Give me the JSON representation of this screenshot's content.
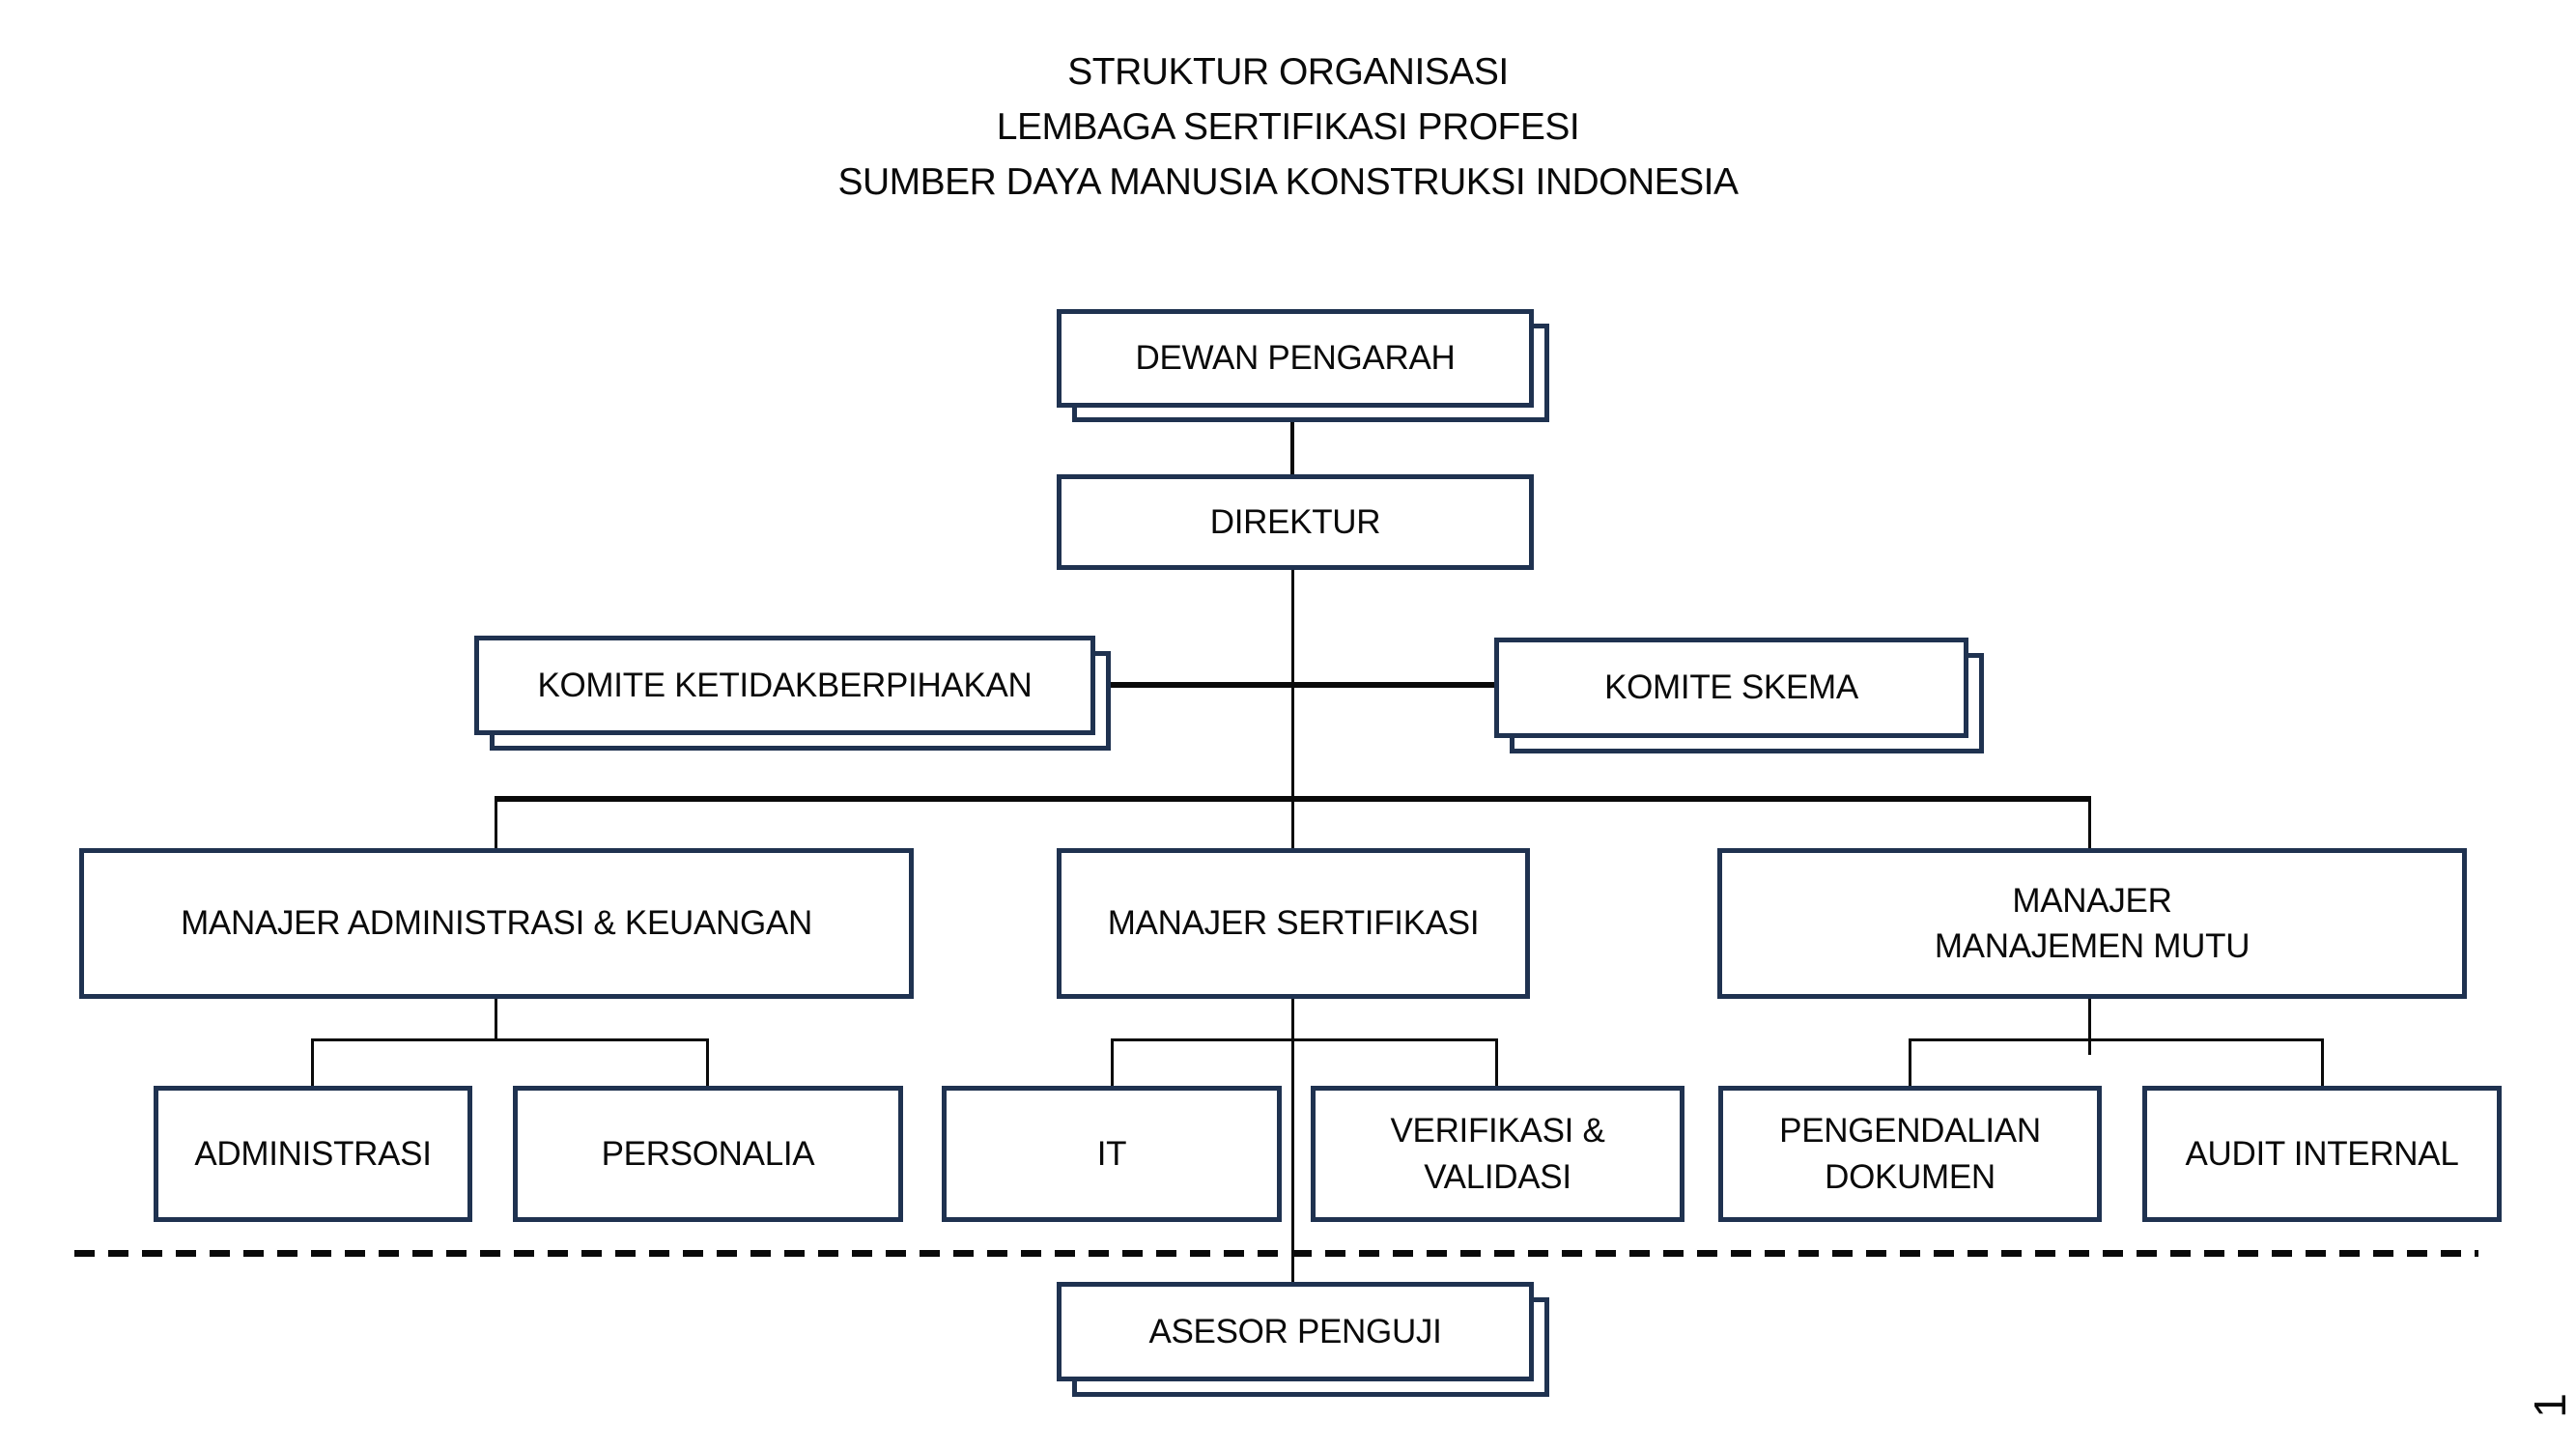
{
  "title": {
    "lines": [
      "STRUKTUR ORGANISASI",
      "LEMBAGA SERTIFIKASI PROFESI",
      "SUMBER DAYA MANUSIA KONSTRUKSI INDONESIA"
    ]
  },
  "org_chart": {
    "type": "org-tree",
    "nodes": {
      "dewan_pengarah": {
        "label": "DEWAN PENGARAH",
        "style": "double-box"
      },
      "direktur": {
        "label": "DIREKTUR",
        "style": "single-box"
      },
      "komite_ketidakberpihakan": {
        "label": "KOMITE KETIDAKBERPIHAKAN",
        "style": "double-box"
      },
      "komite_skema": {
        "label": "KOMITE SKEMA",
        "style": "double-box"
      },
      "manajer_administrasi_keuangan": {
        "label": "MANAJER ADMINISTRASI & KEUANGAN",
        "style": "single-box"
      },
      "manajer_sertifikasi": {
        "label": "MANAJER SERTIFIKASI",
        "style": "single-box"
      },
      "manajer_manajemen_mutu": {
        "label": "MANAJER\nMANAJEMEN MUTU",
        "style": "single-box"
      },
      "administrasi": {
        "label": "ADMINISTRASI",
        "style": "single-box"
      },
      "personalia": {
        "label": "PERSONALIA",
        "style": "single-box"
      },
      "it": {
        "label": "IT",
        "style": "single-box"
      },
      "verifikasi_validasi": {
        "label": "VERIFIKASI &\nVALIDASI",
        "style": "single-box"
      },
      "pengendalian_dokumen": {
        "label": "PENGENDALIAN\nDOKUMEN",
        "style": "single-box"
      },
      "audit_internal": {
        "label": "AUDIT INTERNAL",
        "style": "single-box"
      },
      "asesor_penguji": {
        "label": "ASESOR PENGUJI",
        "style": "double-box"
      }
    },
    "edges": [
      [
        "dewan_pengarah",
        "direktur"
      ],
      [
        "direktur",
        "komite_ketidakberpihakan"
      ],
      [
        "direktur",
        "komite_skema"
      ],
      [
        "direktur",
        "manajer_administrasi_keuangan"
      ],
      [
        "direktur",
        "manajer_sertifikasi"
      ],
      [
        "direktur",
        "manajer_manajemen_mutu"
      ],
      [
        "manajer_administrasi_keuangan",
        "administrasi"
      ],
      [
        "manajer_administrasi_keuangan",
        "personalia"
      ],
      [
        "manajer_sertifikasi",
        "it"
      ],
      [
        "manajer_sertifikasi",
        "verifikasi_validasi"
      ],
      [
        "manajer_sertifikasi",
        "asesor_penguji"
      ],
      [
        "manajer_manajemen_mutu",
        "pengendalian_dokumen"
      ],
      [
        "manajer_manajemen_mutu",
        "audit_internal"
      ]
    ],
    "separator": "dashed line above ASESOR PENGUJI"
  },
  "page_number": "1",
  "colors": {
    "box_border": "#1f3250",
    "connector": "#0a0a0a",
    "text": "#0a0a0a",
    "background": "#ffffff"
  }
}
